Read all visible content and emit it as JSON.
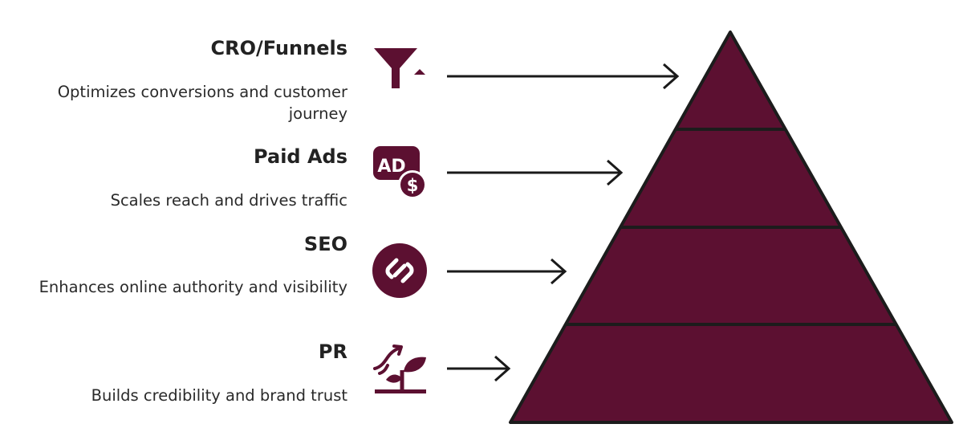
{
  "colors": {
    "accent": "#5c1031",
    "text": "#222222",
    "arrow": "#1a1a1a"
  },
  "tiers": [
    {
      "title": "CRO/Funnels",
      "description": "Optimizes conversions and customer journey",
      "icon": "funnel-icon"
    },
    {
      "title": "Paid Ads",
      "description": "Scales reach and drives traffic",
      "icon": "ad-dollar-icon"
    },
    {
      "title": "SEO",
      "description": "Enhances online authority and visibility",
      "icon": "link-icon"
    },
    {
      "title": "PR",
      "description": "Builds credibility and brand trust",
      "icon": "growth-plant-icon"
    }
  ]
}
